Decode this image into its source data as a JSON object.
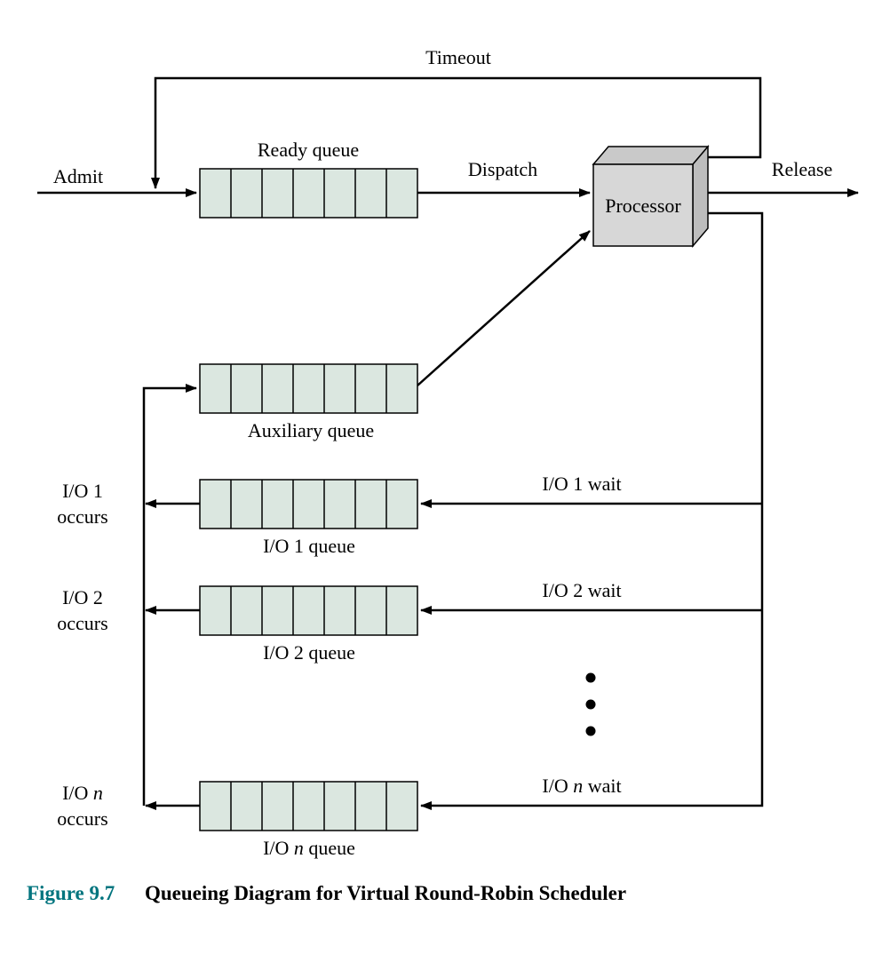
{
  "figure": {
    "caption_number": "Figure 9.7",
    "caption_title": "Queueing Diagram for Virtual Round-Robin Scheduler"
  },
  "labels": {
    "timeout": "Timeout",
    "admit": "Admit",
    "ready_queue": "Ready queue",
    "dispatch": "Dispatch",
    "processor": "Processor",
    "release": "Release",
    "auxiliary_queue": "Auxiliary queue"
  },
  "io_rows": [
    {
      "occurs_line1": "I/O 1",
      "occurs_line2": "occurs",
      "queue_label": "I/O 1 queue",
      "wait_label": "I/O 1 wait"
    },
    {
      "occurs_line1": "I/O 2",
      "occurs_line2": "occurs",
      "queue_label": "I/O 2 queue",
      "wait_label": "I/O 2 wait"
    },
    {
      "prefix": "I/O ",
      "var": "n",
      "occurs_line2": "occurs",
      "queue_suffix": " queue",
      "wait_suffix": " wait"
    }
  ],
  "colors": {
    "queue-fill": "#dbe7e0",
    "processor-front": "#d7d7d7",
    "processor-top": "#c9c9c9",
    "processor-side": "#bdbdbd",
    "caption-accent": "#00747e",
    "line": "#000000"
  }
}
